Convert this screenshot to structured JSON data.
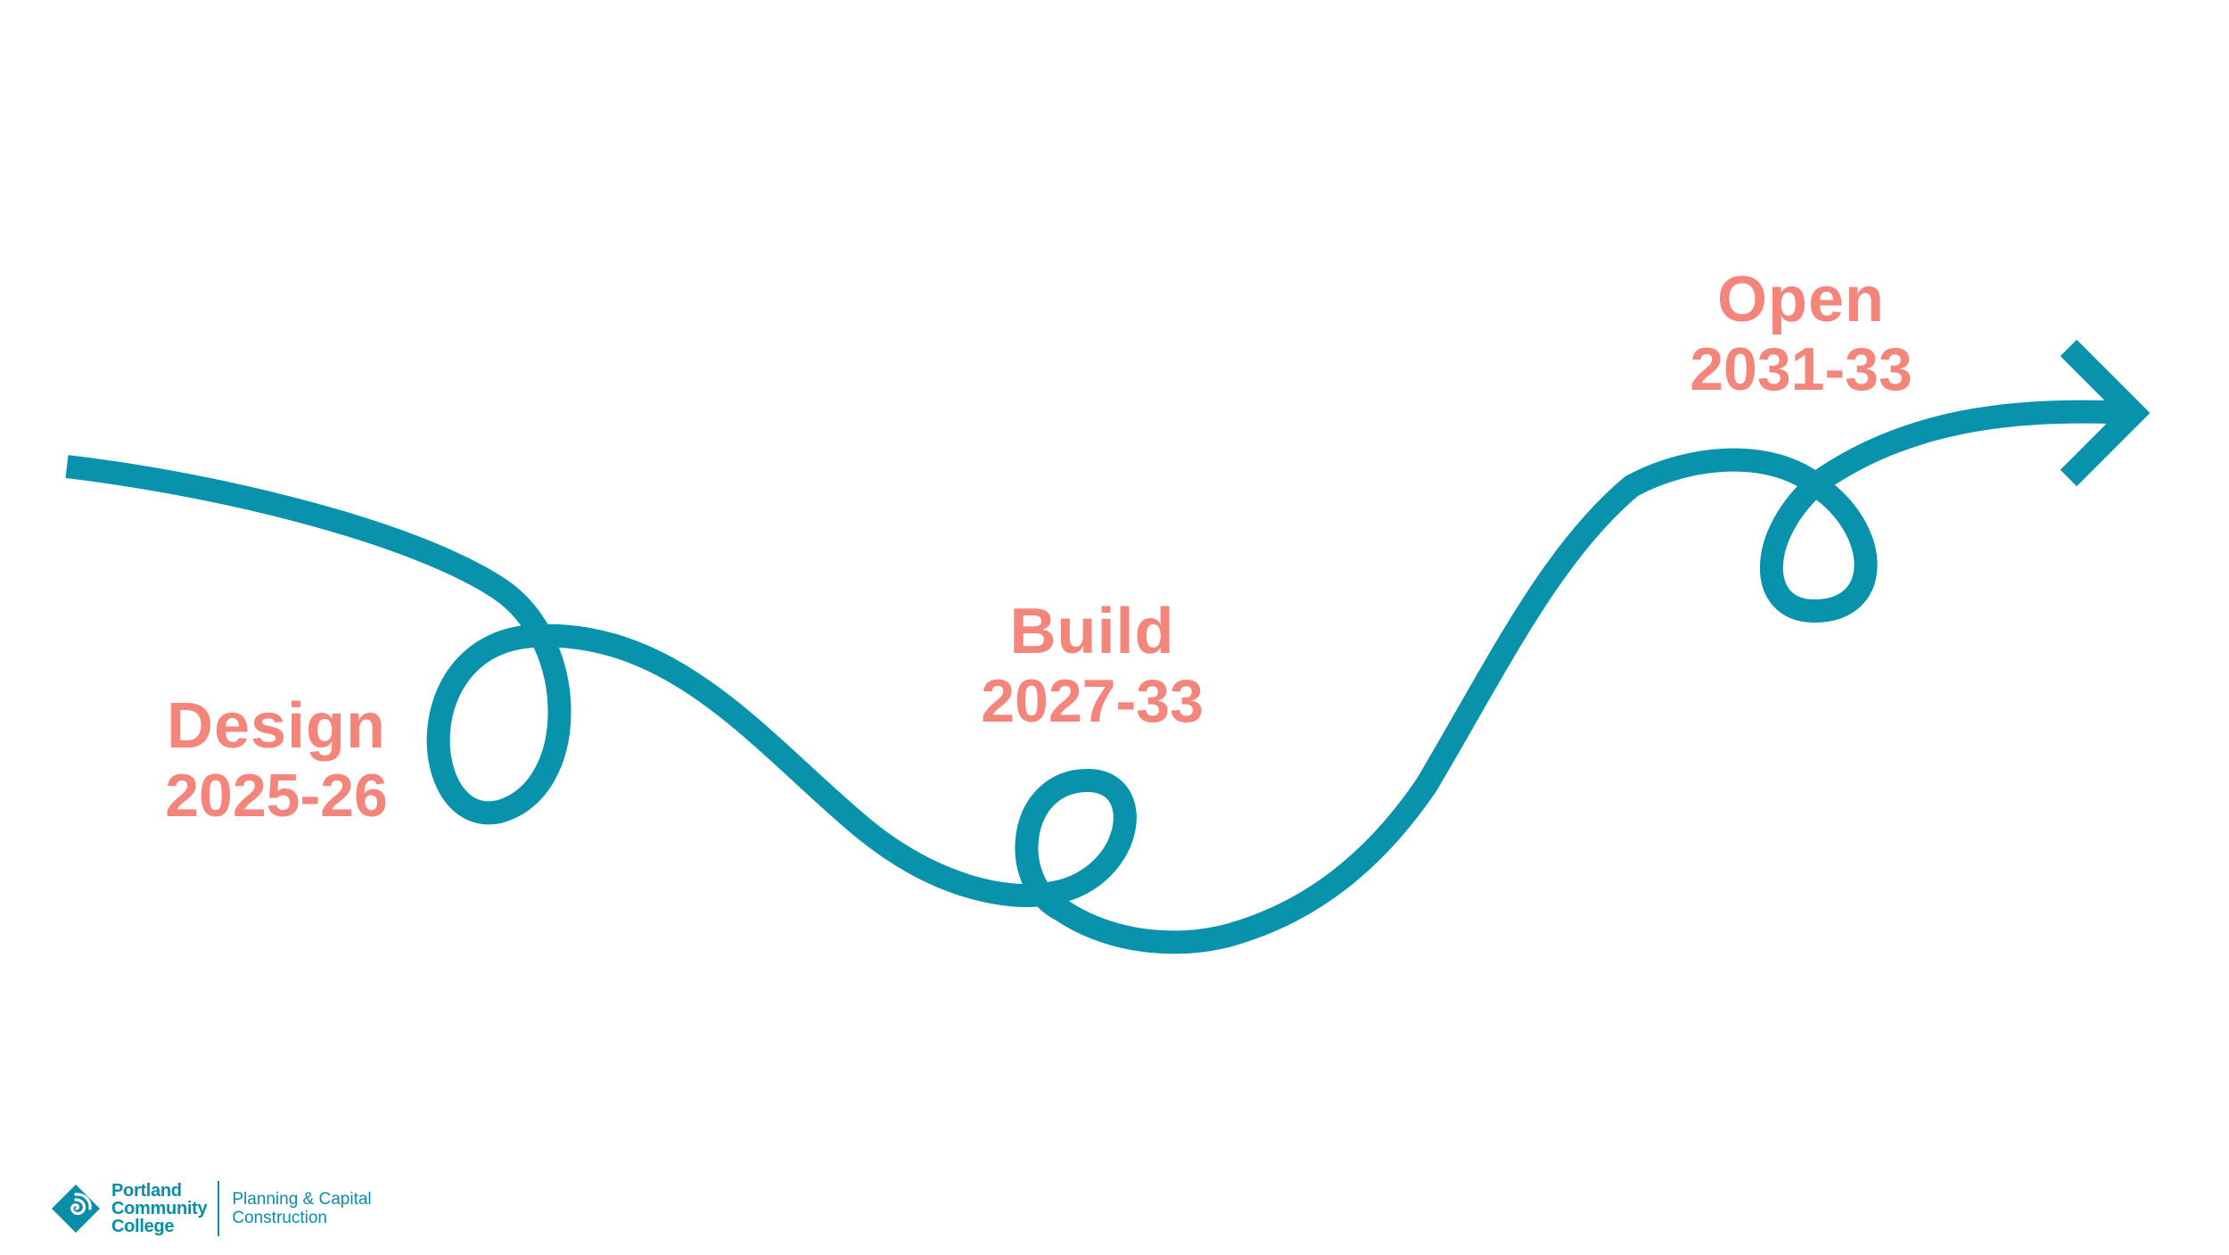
{
  "colors": {
    "path": "#0892ac",
    "milestone_text": "#f4857a",
    "logo": "#0a8ea7",
    "background": "#ffffff"
  },
  "milestones": [
    {
      "label": "Design",
      "years": "2025-26"
    },
    {
      "label": "Build",
      "years": "2027-33"
    },
    {
      "label": "Open",
      "years": "2031-33"
    }
  ],
  "logo": {
    "icon": "spiral-diamond-icon",
    "name_line1": "Portland",
    "name_line2": "Community",
    "name_line3": "College",
    "department_line1": "Planning & Capital",
    "department_line2": "Construction"
  }
}
